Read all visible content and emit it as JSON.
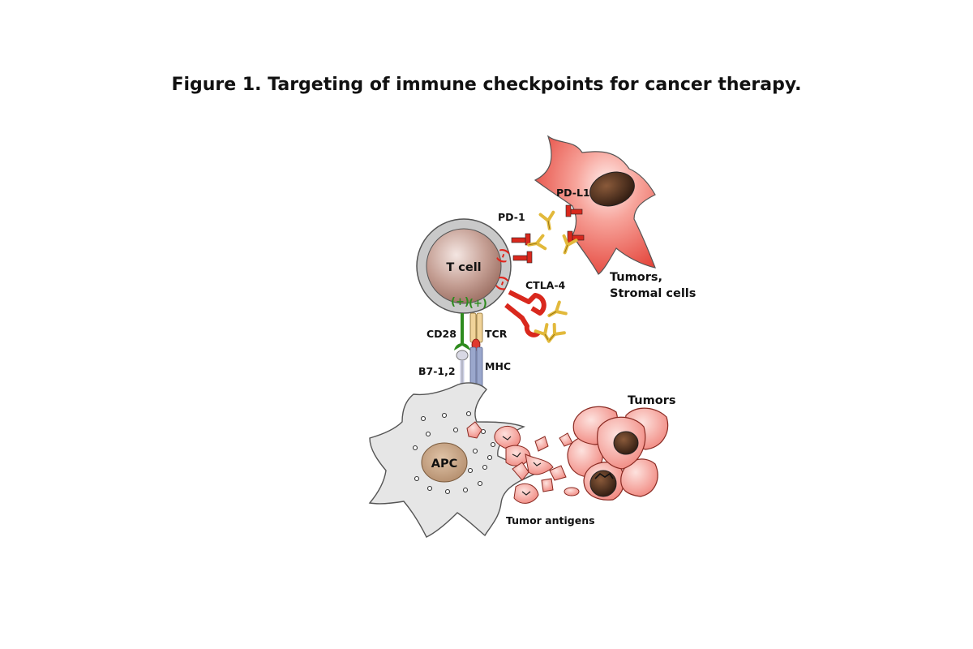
{
  "title": "Figure 1. Targeting of immune checkpoints for cancer therapy.",
  "labels": {
    "t_cell": "T cell",
    "pd1": "PD-1",
    "pdl1": "PD-L1",
    "ctla4": "CTLA-4",
    "cd28": "CD28",
    "tcr": "TCR",
    "b7": "B7-1,2",
    "mhc": "MHC",
    "apc": "APC",
    "tumors_stromal_line1": "Tumors,",
    "tumors_stromal_line2": "Stromal cells",
    "tumors": "Tumors",
    "tumor_antigens": "Tumor antigens",
    "minus_1": "(-)",
    "minus_2": "(-)",
    "plus_1": "(+)",
    "plus_2": "(+)"
  },
  "colors": {
    "t_cell_outer": "#c9c9c9",
    "t_cell_nucleus": "#a6776a",
    "tumor_red": "#e8473e",
    "receptor_red": "#d9281d",
    "antibody_yellow": "#e2b93b",
    "apc_gray": "#e6e6e6",
    "apc_nucleus": "#b89272",
    "cd28_green": "#2e8b1e",
    "mhc_blue": "#9aa7cc"
  }
}
